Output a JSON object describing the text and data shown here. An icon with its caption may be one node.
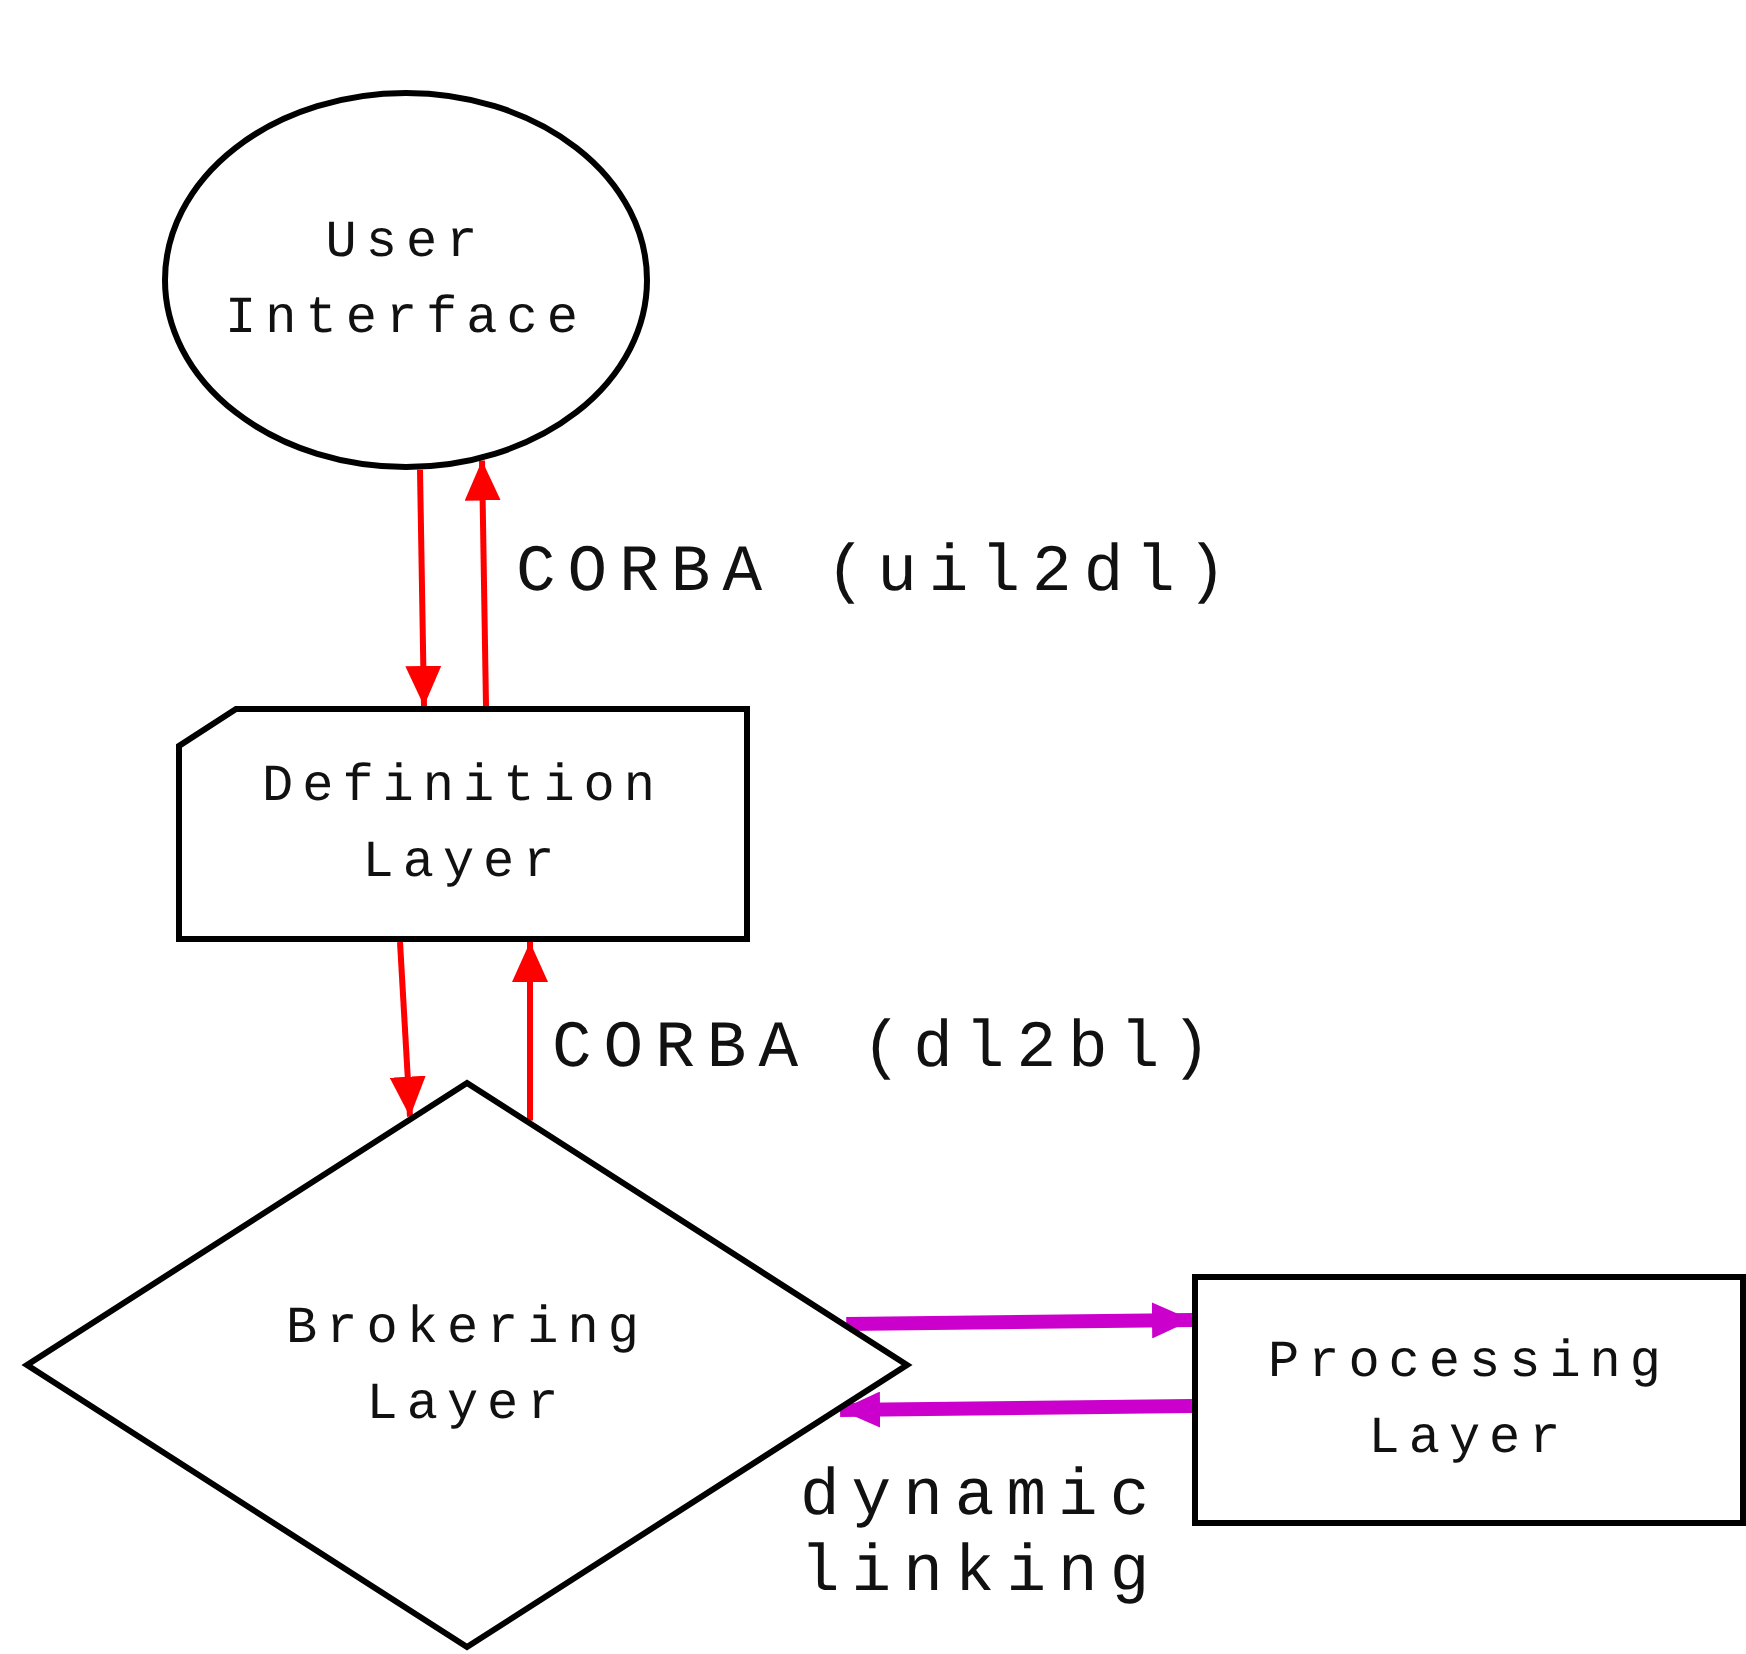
{
  "diagram": {
    "nodes": [
      {
        "text": [
          "User Interface"
        ]
      },
      {
        "text": [
          "Definition Layer"
        ]
      },
      {
        "text": [
          "Brokering Layer"
        ]
      },
      {
        "text": [
          "Processing Layer"
        ]
      }
    ],
    "edges": [
      {
        "from": 0,
        "to": 1,
        "arrow": "to"
      },
      {
        "from": 1,
        "to": 0,
        "arrow": "to",
        "label": "CORBA (uil2dl)"
      },
      {
        "from": 1,
        "to": 2,
        "arrow": "to"
      },
      {
        "from": 2,
        "to": 1,
        "arrow": "to",
        "label": "CORBA (dl2bl)"
      },
      {
        "from": 2,
        "to": 3,
        "arrow": "to",
        "style": "thick",
        "color": "#cc00cc"
      },
      {
        "from": 3,
        "to": 2,
        "arrow": "to",
        "style": "thick",
        "color": "#cc00cc",
        "label": "dynamic linking"
      }
    ]
  }
}
